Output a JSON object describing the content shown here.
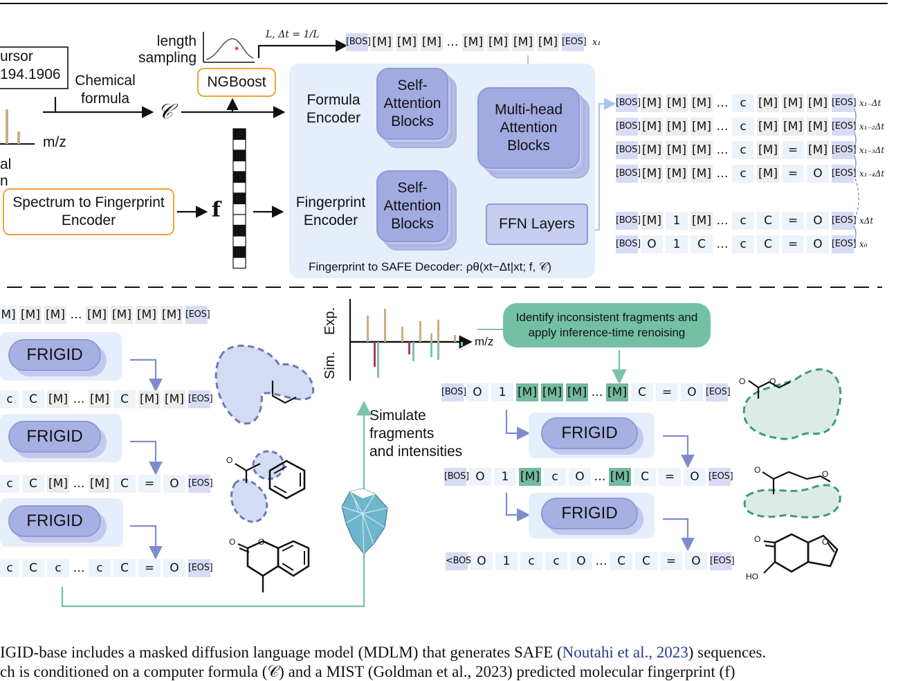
{
  "top": {
    "precursor_label": "ursor",
    "precursor_mass": "194.1906",
    "chemical_formula": [
      "Chemical",
      "formula"
    ],
    "formula_symbol": "𝒞",
    "mz_label": "m/z",
    "spectrum_label_1": "al",
    "spectrum_label_2": "n",
    "length_sampling": [
      "length",
      "sampling"
    ],
    "length_formula": "L, Δt = 1/L",
    "ngboost": "NGBoost",
    "spec_to_fp": [
      "Spectrum to Fingerprint",
      "Encoder"
    ],
    "f_symbol": "f",
    "formula_encoder": [
      "Formula",
      "Encoder"
    ],
    "fingerprint_encoder": [
      "Fingerprint",
      "Encoder"
    ],
    "self_attn": [
      "Self-",
      "Attention",
      "Blocks"
    ],
    "multihead": [
      "Multi-head",
      "Attention",
      "Blocks"
    ],
    "ffn": "FFN Layers",
    "decoder_caption": "Fingerprint to SAFE Decoder: ρθ(xt−Δt|xt; f, 𝒞)",
    "x1_sub": "x₁",
    "fingerprint_cells": [
      1,
      0,
      1,
      0,
      1,
      0,
      1,
      0,
      0,
      1,
      0,
      1,
      0
    ],
    "top_tokens": [
      "[BOS]",
      "[M]",
      "[M]",
      "[M]",
      "…",
      "[M]",
      "[M]",
      "[M]",
      "[M]",
      "[EOS]"
    ]
  },
  "denoise_rows": [
    {
      "tokens": [
        "[BOS]",
        "[M]",
        "[M]",
        "[M]",
        "…",
        "c",
        "[M]",
        "[M]",
        "[M]",
        "[EOS]"
      ],
      "label": "x₁₋Δt"
    },
    {
      "tokens": [
        "[BOS]",
        "[M]",
        "[M]",
        "[M]",
        "…",
        "c",
        "[M]",
        "[M]",
        "[M]",
        "[EOS]"
      ],
      "label": "x₁₋₂Δt"
    },
    {
      "tokens": [
        "[BOS]",
        "[M]",
        "[M]",
        "[M]",
        "…",
        "c",
        "[M]",
        "=",
        "[M]",
        "[EOS]"
      ],
      "label": "x₁₋₃Δt"
    },
    {
      "tokens": [
        "[BOS]",
        "[M]",
        "[M]",
        "[M]",
        "…",
        "c",
        "[M]",
        "=",
        "O",
        "[EOS]"
      ],
      "label": "x₁₋₄Δt"
    },
    {
      "tokens": [
        "[BOS]",
        "[M]",
        "1",
        "[M]",
        "…",
        "c",
        "C",
        "=",
        "O",
        "[EOS]"
      ],
      "label": "xΔt"
    },
    {
      "tokens": [
        "[BOS]",
        "O",
        "1",
        "C",
        "…",
        "c",
        "C",
        "=",
        "O",
        "[EOS]"
      ],
      "label": "x₀"
    }
  ],
  "bottom_left": {
    "row0": [
      "M]",
      "[M]",
      "[M]",
      "…",
      "[M]",
      "[M]",
      "[M]",
      "[M]",
      "[EOS]"
    ],
    "row1": [
      "c",
      "C",
      "[M]",
      "…",
      "[M]",
      "C",
      "[M]",
      "[M]",
      "[EOS]"
    ],
    "row2": [
      "c",
      "C",
      "[M]",
      "…",
      "[M]",
      "C",
      "=",
      "O",
      "[EOS]"
    ],
    "row3": [
      "c",
      "C",
      "c",
      "…",
      "c",
      "C",
      "=",
      "O",
      "[EOS]"
    ],
    "frigid": "FRIGID"
  },
  "spectrum_compare": {
    "exp": "Exp.",
    "sim": "Sim.",
    "mz": "m/z",
    "callout": [
      "Identify inconsistent fragments and",
      "apply inference-time renoising"
    ],
    "simulate": [
      "Simulate",
      "fragments",
      "and intensities"
    ],
    "exp_peaks": [
      38,
      48,
      22,
      30,
      12,
      32,
      10
    ],
    "sim_peaks": [
      36,
      52,
      18,
      28,
      26,
      22,
      6
    ]
  },
  "bottom_right": {
    "row1": [
      "[BOS]",
      "O",
      "1",
      "[M]",
      "[M]",
      "[M]",
      "…",
      "[M]",
      "C",
      "=",
      "O",
      "[EOS]"
    ],
    "row2": [
      "[BOS]",
      "O",
      "1",
      "[M]",
      "c",
      "O",
      "…",
      "[M]",
      "C",
      "=",
      "O",
      "[EOS]"
    ],
    "row3": [
      "<BOS>",
      "O",
      "1",
      "c",
      "c",
      "O",
      "…",
      "C",
      "C",
      "=",
      "O",
      "[EOS]"
    ],
    "frigid": "FRIGID"
  },
  "molecule_labels": {
    "o": "O",
    "ho": "HO"
  },
  "caption": {
    "line1_pre": "IGID-base includes a masked diffusion language model (MDLM) that generates SAFE (",
    "line1_cite": "Noutahi et al., 2023",
    "line1_post": ") sequences.",
    "line2": "ch is conditioned on a computer formula (𝒞) and a MIST (Goldman et al., 2023) predicted molecular fingerprint (f)"
  },
  "colors": {
    "accent_blue": "#a1aae1",
    "panel": "#e6eefb",
    "teal": "#73bba0",
    "orange": "#f0a23a",
    "arrow_blue": "#7f8ccc",
    "arrow_teal": "#7cc3a8",
    "exp_peak": "#c9ad85",
    "sim_peak": "#b5346a"
  }
}
